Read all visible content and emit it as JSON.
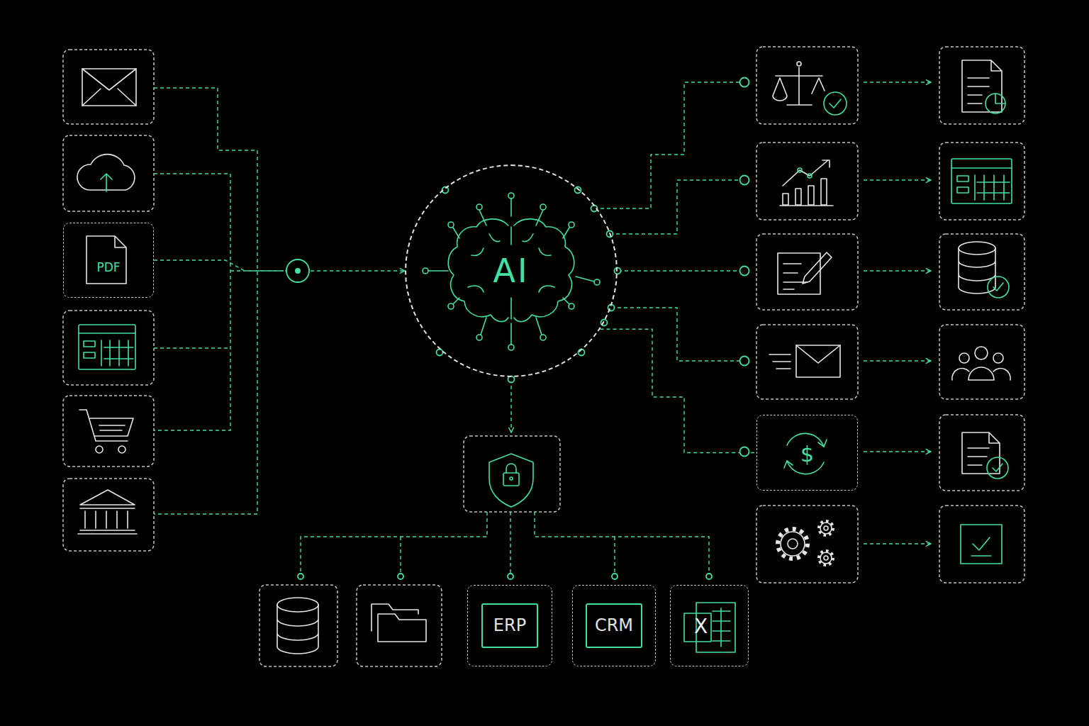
{
  "diagram": {
    "nodes": [
      {
        "text": [
          "PDF"
        ]
      },
      {
        "text": [
          "AI"
        ]
      },
      {
        "text": [
          "$"
        ]
      },
      {
        "text": [
          "ERP"
        ]
      },
      {
        "text": [
          "CRM"
        ]
      },
      {
        "text": [
          "X"
        ]
      }
    ],
    "edges": [
      {
        "from": 0,
        "to": 1,
        "arrow": "to"
      },
      {
        "from": 1,
        "to": 2,
        "arrow": "none"
      }
    ]
  }
}
